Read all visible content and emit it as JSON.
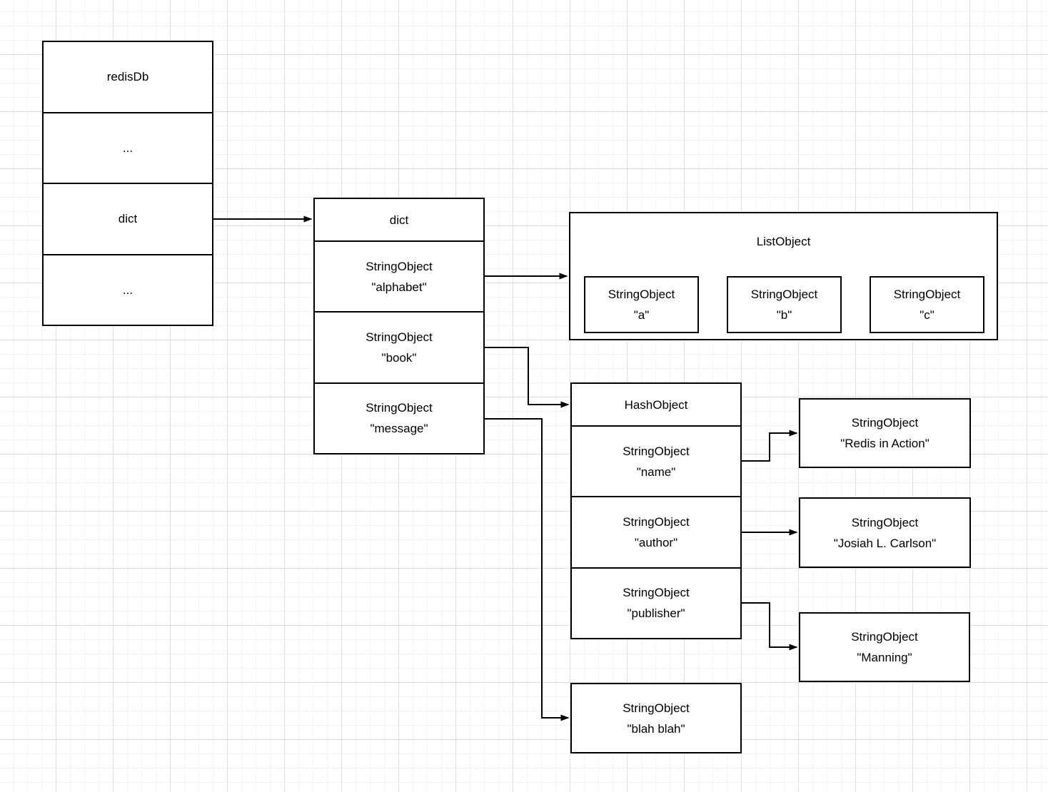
{
  "colors": {
    "stroke": "#000000",
    "box_fill": "#ffffff",
    "grid_minor": "#f3f3f3",
    "grid_major": "#dddddd",
    "background": "#ffffff"
  },
  "redisdb": {
    "title": "redisDb",
    "rows": [
      {
        "label": "..."
      },
      {
        "label": "dict"
      },
      {
        "label": "..."
      }
    ]
  },
  "dict": {
    "title": "dict",
    "rows": [
      {
        "type": "StringObject",
        "value": "\"alphabet\""
      },
      {
        "type": "StringObject",
        "value": "\"book\""
      },
      {
        "type": "StringObject",
        "value": "\"message\""
      }
    ]
  },
  "list": {
    "title": "ListObject",
    "items": [
      {
        "type": "StringObject",
        "value": "\"a\""
      },
      {
        "type": "StringObject",
        "value": "\"b\""
      },
      {
        "type": "StringObject",
        "value": "\"c\""
      }
    ]
  },
  "hash": {
    "title": "HashObject",
    "rows": [
      {
        "type": "StringObject",
        "value": "\"name\""
      },
      {
        "type": "StringObject",
        "value": "\"author\""
      },
      {
        "type": "StringObject",
        "value": "\"publisher\""
      }
    ]
  },
  "leaves": {
    "name_value": {
      "type": "StringObject",
      "value": "\"Redis in Action\""
    },
    "author_value": {
      "type": "StringObject",
      "value": "\"Josiah L. Carlson\""
    },
    "publisher_value": {
      "type": "StringObject",
      "value": "\"Manning\""
    },
    "message_value": {
      "type": "StringObject",
      "value": "\"blah blah\""
    }
  }
}
